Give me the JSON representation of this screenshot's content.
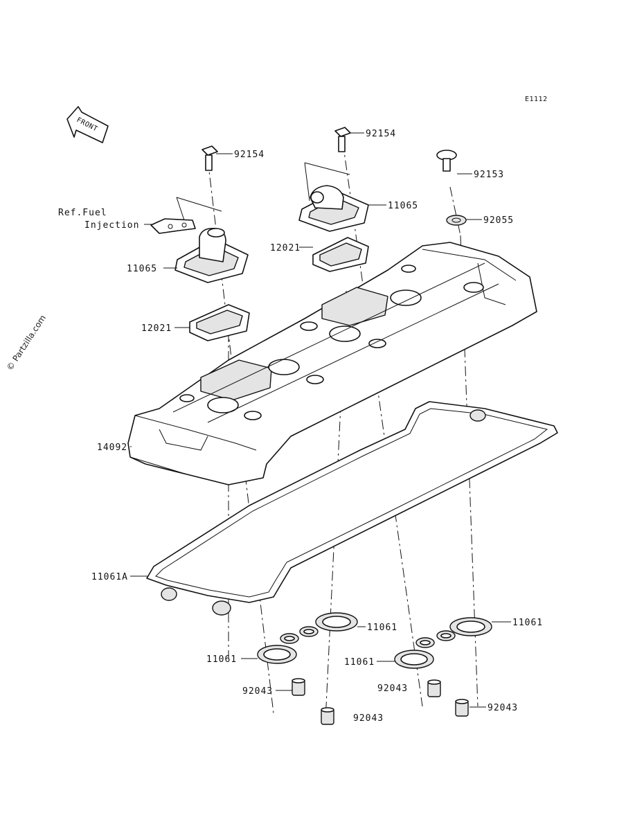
{
  "diagram_code": "E1112",
  "front_label": "FRONT",
  "watermark": "© Partzilla.com",
  "ref_note": {
    "line1": "Ref.Fuel",
    "line2": "Injection"
  },
  "callouts": {
    "bolt_left": "92154",
    "bolt_right": "92154",
    "plug_bolt": "92153",
    "washer": "92055",
    "cover_left": "11065",
    "cover_right": "11065",
    "plate_left": "12021",
    "plate_right": "12021",
    "head_cover": "14092",
    "main_gasket": "11061A",
    "seal_center": "11061",
    "seal_left": "11061",
    "seal_mid": "11061",
    "seal_right": "11061",
    "dowel_a": "92043",
    "dowel_b": "92043",
    "dowel_c": "92043",
    "dowel_d": "92043"
  }
}
